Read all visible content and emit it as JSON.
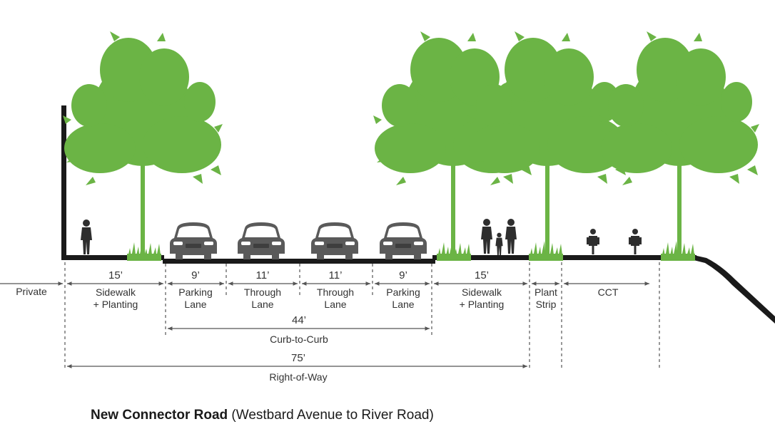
{
  "caption": {
    "title": "New Connector Road",
    "subtitle": "(Westbard Avenue to River Road)"
  },
  "segments": [
    {
      "width": "",
      "label1": "Private",
      "label2": ""
    },
    {
      "width": "15’",
      "label1": "Sidewalk",
      "label2": "+ Planting"
    },
    {
      "width": "9’",
      "label1": "Parking",
      "label2": "Lane"
    },
    {
      "width": "11’",
      "label1": "Through",
      "label2": "Lane"
    },
    {
      "width": "11’",
      "label1": "Through",
      "label2": "Lane"
    },
    {
      "width": "9’",
      "label1": "Parking",
      "label2": "Lane"
    },
    {
      "width": "15’",
      "label1": "Sidewalk",
      "label2": "+ Planting"
    },
    {
      "width": "",
      "label1": "Plant",
      "label2": "Strip"
    },
    {
      "width": "",
      "label1": "CCT",
      "label2": ""
    }
  ],
  "curb_to_curb": {
    "width": "44’",
    "label": "Curb-to-Curb"
  },
  "right_of_way": {
    "width": "75’",
    "label": "Right-of-Way"
  },
  "colors": {
    "tree": "#6bb445",
    "ground": "#1a1a1a",
    "car": "#5a5a5a",
    "person": "#2e2e2e",
    "dim_line": "#555555"
  },
  "icons": [
    "tree-icon",
    "car-icon",
    "pedestrian-icon",
    "family-icon",
    "cyclist-icon",
    "grass-icon"
  ]
}
